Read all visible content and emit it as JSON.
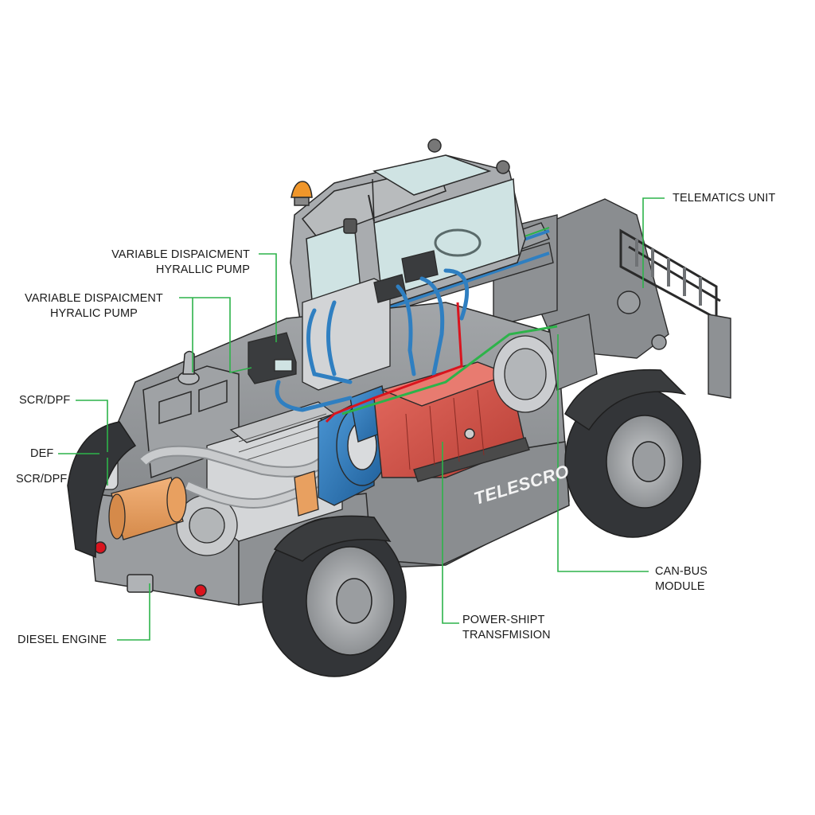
{
  "diagram": {
    "subject": "Telehandler cutaway (isometric technical illustration)",
    "brand_text": "TELESCRO",
    "colors": {
      "background": "#ffffff",
      "leader_line": "#2db34a",
      "body_gray": "#8e9194",
      "transmission_red": "#d9534a",
      "hydraulic_blue": "#2f7fc1",
      "dpf_orange": "#e8a060",
      "glass": "#cfe3e3",
      "beacon_amber": "#f0962a",
      "tire": "#333538",
      "tail_light": "#d9141e"
    },
    "labels": [
      {
        "id": "pump-1",
        "line1": "VARIABLE DISPAICMENT",
        "line2": "HYRALLIC PUMP"
      },
      {
        "id": "pump-2",
        "line1": "VARIABLE DISPAICMENT",
        "line2": "HYRALIC PUMP"
      },
      {
        "id": "scr-dpf-1",
        "line1": "SCR/DPF"
      },
      {
        "id": "def",
        "line1": "DEF"
      },
      {
        "id": "scr-dpf-2",
        "line1": "SCR/DPF"
      },
      {
        "id": "diesel-engine",
        "line1": "DIESEL ENGINE"
      },
      {
        "id": "transmission",
        "line1": "POWER-SHIPT",
        "line2": "TRANSFMISION"
      },
      {
        "id": "can-bus",
        "line1": "CAN-BUS",
        "line2": "MODULE"
      },
      {
        "id": "telematics",
        "line1": "TELEMATICS UNIT"
      }
    ]
  }
}
